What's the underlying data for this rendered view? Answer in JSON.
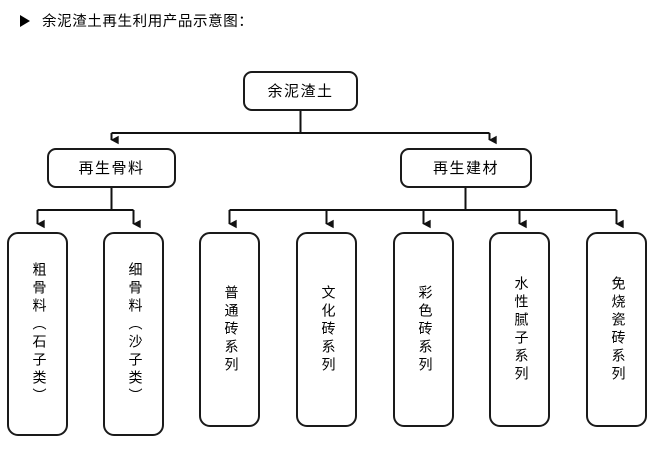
{
  "heading": {
    "bullet_icon": "triangle-right-icon",
    "text": "余泥渣土再生利用产品示意图："
  },
  "diagram": {
    "type": "tree-flowchart",
    "line_color": "#1a1a1a",
    "box_fill": "#ffffff",
    "root": {
      "label": "余泥渣土"
    },
    "level1": [
      {
        "label": "再生骨料"
      },
      {
        "label": "再生建材"
      }
    ],
    "leaves": [
      {
        "label": "粗骨料（石子类）",
        "parent": "再生骨料"
      },
      {
        "label": "细骨料（沙子类）",
        "parent": "再生骨料"
      },
      {
        "label": "普通砖系列",
        "parent": "再生建材"
      },
      {
        "label": "文化砖系列",
        "parent": "再生建材"
      },
      {
        "label": "彩色砖系列",
        "parent": "再生建材"
      },
      {
        "label": "水性腻子系列",
        "parent": "再生建材"
      },
      {
        "label": "免烧瓷砖系列",
        "parent": "再生建材"
      }
    ]
  }
}
